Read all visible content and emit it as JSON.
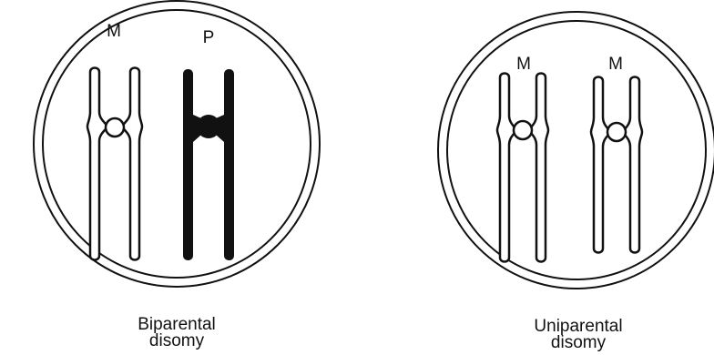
{
  "panels": [
    {
      "caption_line1": "Biparental",
      "caption_line2": "disomy",
      "chromosomes": [
        {
          "label": "M",
          "origin": "maternal",
          "fill": "white"
        },
        {
          "label": "P",
          "origin": "paternal",
          "fill": "black"
        }
      ]
    },
    {
      "caption_line1": "Uniparental",
      "caption_line2": "disomy",
      "chromosomes": [
        {
          "label": "M",
          "origin": "maternal",
          "fill": "white"
        },
        {
          "label": "M",
          "origin": "maternal",
          "fill": "white"
        }
      ]
    }
  ],
  "colors": {
    "line": "#111111",
    "background": "#ffffff"
  }
}
